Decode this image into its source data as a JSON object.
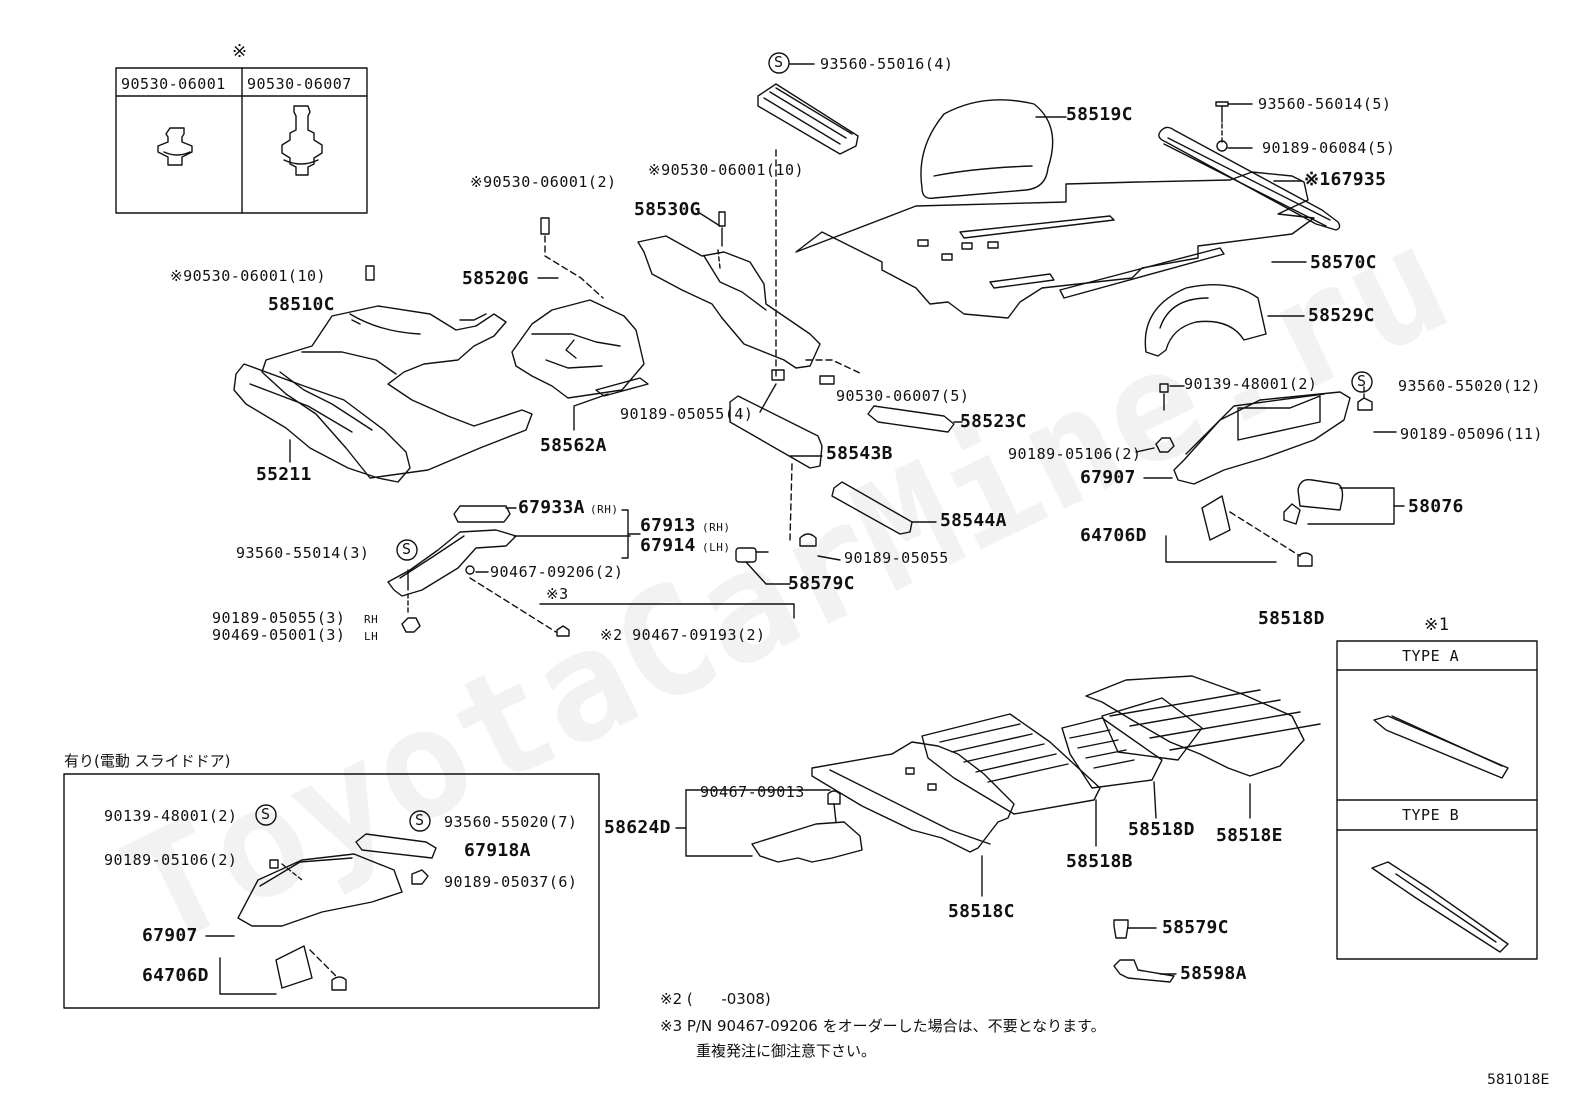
{
  "watermark": "ToyotaCarMine.ru",
  "diagram_id": "581018E",
  "inset_top": {
    "marker": "※",
    "col1": "90530-06001",
    "col2": "90530-06007"
  },
  "labels": {
    "l_93560_55016": "93560-55016(4)",
    "l_58519C": "58519C",
    "l_93560_56014": "93560-56014(5)",
    "l_90189_06084": "90189-06084(5)",
    "l_167935": "※167935",
    "l_58570C": "58570C",
    "l_58529C": "58529C",
    "l_90530_06001_10a": "※90530-06001(10)",
    "l_58530G": "58530G",
    "l_90530_06001_2": "※90530-06001(2)",
    "l_90530_06001_10b": "※90530-06001(10)",
    "l_58510C": "58510C",
    "l_58520G": "58520G",
    "l_55211": "55211",
    "l_58562A": "58562A",
    "l_90189_05055_4": "90189-05055(4)",
    "l_90530_06007_5": "90530-06007(5)",
    "l_58523C": "58523C",
    "l_58543B": "58543B",
    "l_58544A": "58544A",
    "l_90189_05055": "90189-05055",
    "l_58579C_a": "58579C",
    "l_90139_48001_2": "90139-48001(2)",
    "l_93560_55020_12": "93560-55020(12)",
    "l_90189_05096": "90189-05096(11)",
    "l_90189_05106_2": "90189-05106(2)",
    "l_67907_a": "67907",
    "l_58076": "58076",
    "l_64706D_a": "64706D",
    "l_67933A": "67933A",
    "l_67933A_rh": "(RH)",
    "l_67913": "67913",
    "l_67913_rh": "(RH)",
    "l_67914": "67914",
    "l_67914_lh": "(LH)",
    "l_93560_55014": "93560-55014(3)",
    "l_90467_09206": "90467-09206(2)",
    "l_star3": "※3",
    "l_90189_05055_3": "90189-05055(3)",
    "l_90189_05055_3_rh": "RH",
    "l_90469_05001": "90469-05001(3)",
    "l_90469_05001_lh": "LH",
    "l_90467_09193": "※2 90467-09193(2)",
    "l_58518D_top": "58518D",
    "l_star1": "※1",
    "l_typeA": "TYPE A",
    "l_typeB": "TYPE B",
    "l_inset_bottom_title": "有り(電動 スライドドア)",
    "l_b_90139": "90139-48001(2)",
    "l_b_93560": "93560-55020(7)",
    "l_b_90189_05106": "90189-05106(2)",
    "l_b_67918A": "67918A",
    "l_b_90189_05037": "90189-05037(6)",
    "l_b_67907": "67907",
    "l_b_64706D": "64706D",
    "l_90467_09013": "90467-09013",
    "l_58624D": "58624D",
    "l_58518B": "58518B",
    "l_58518D": "58518D",
    "l_58518E": "58518E",
    "l_58518C": "58518C",
    "l_58579C_b": "58579C",
    "l_58598A": "58598A",
    "s_symbol": "S"
  },
  "notes": {
    "note2": "※2 (      -0308)",
    "note3_line1": "※3 P/N 90467-09206 をオーダーした場合は、不要となります。",
    "note3_line2": "重複発注に御注意下さい。"
  }
}
